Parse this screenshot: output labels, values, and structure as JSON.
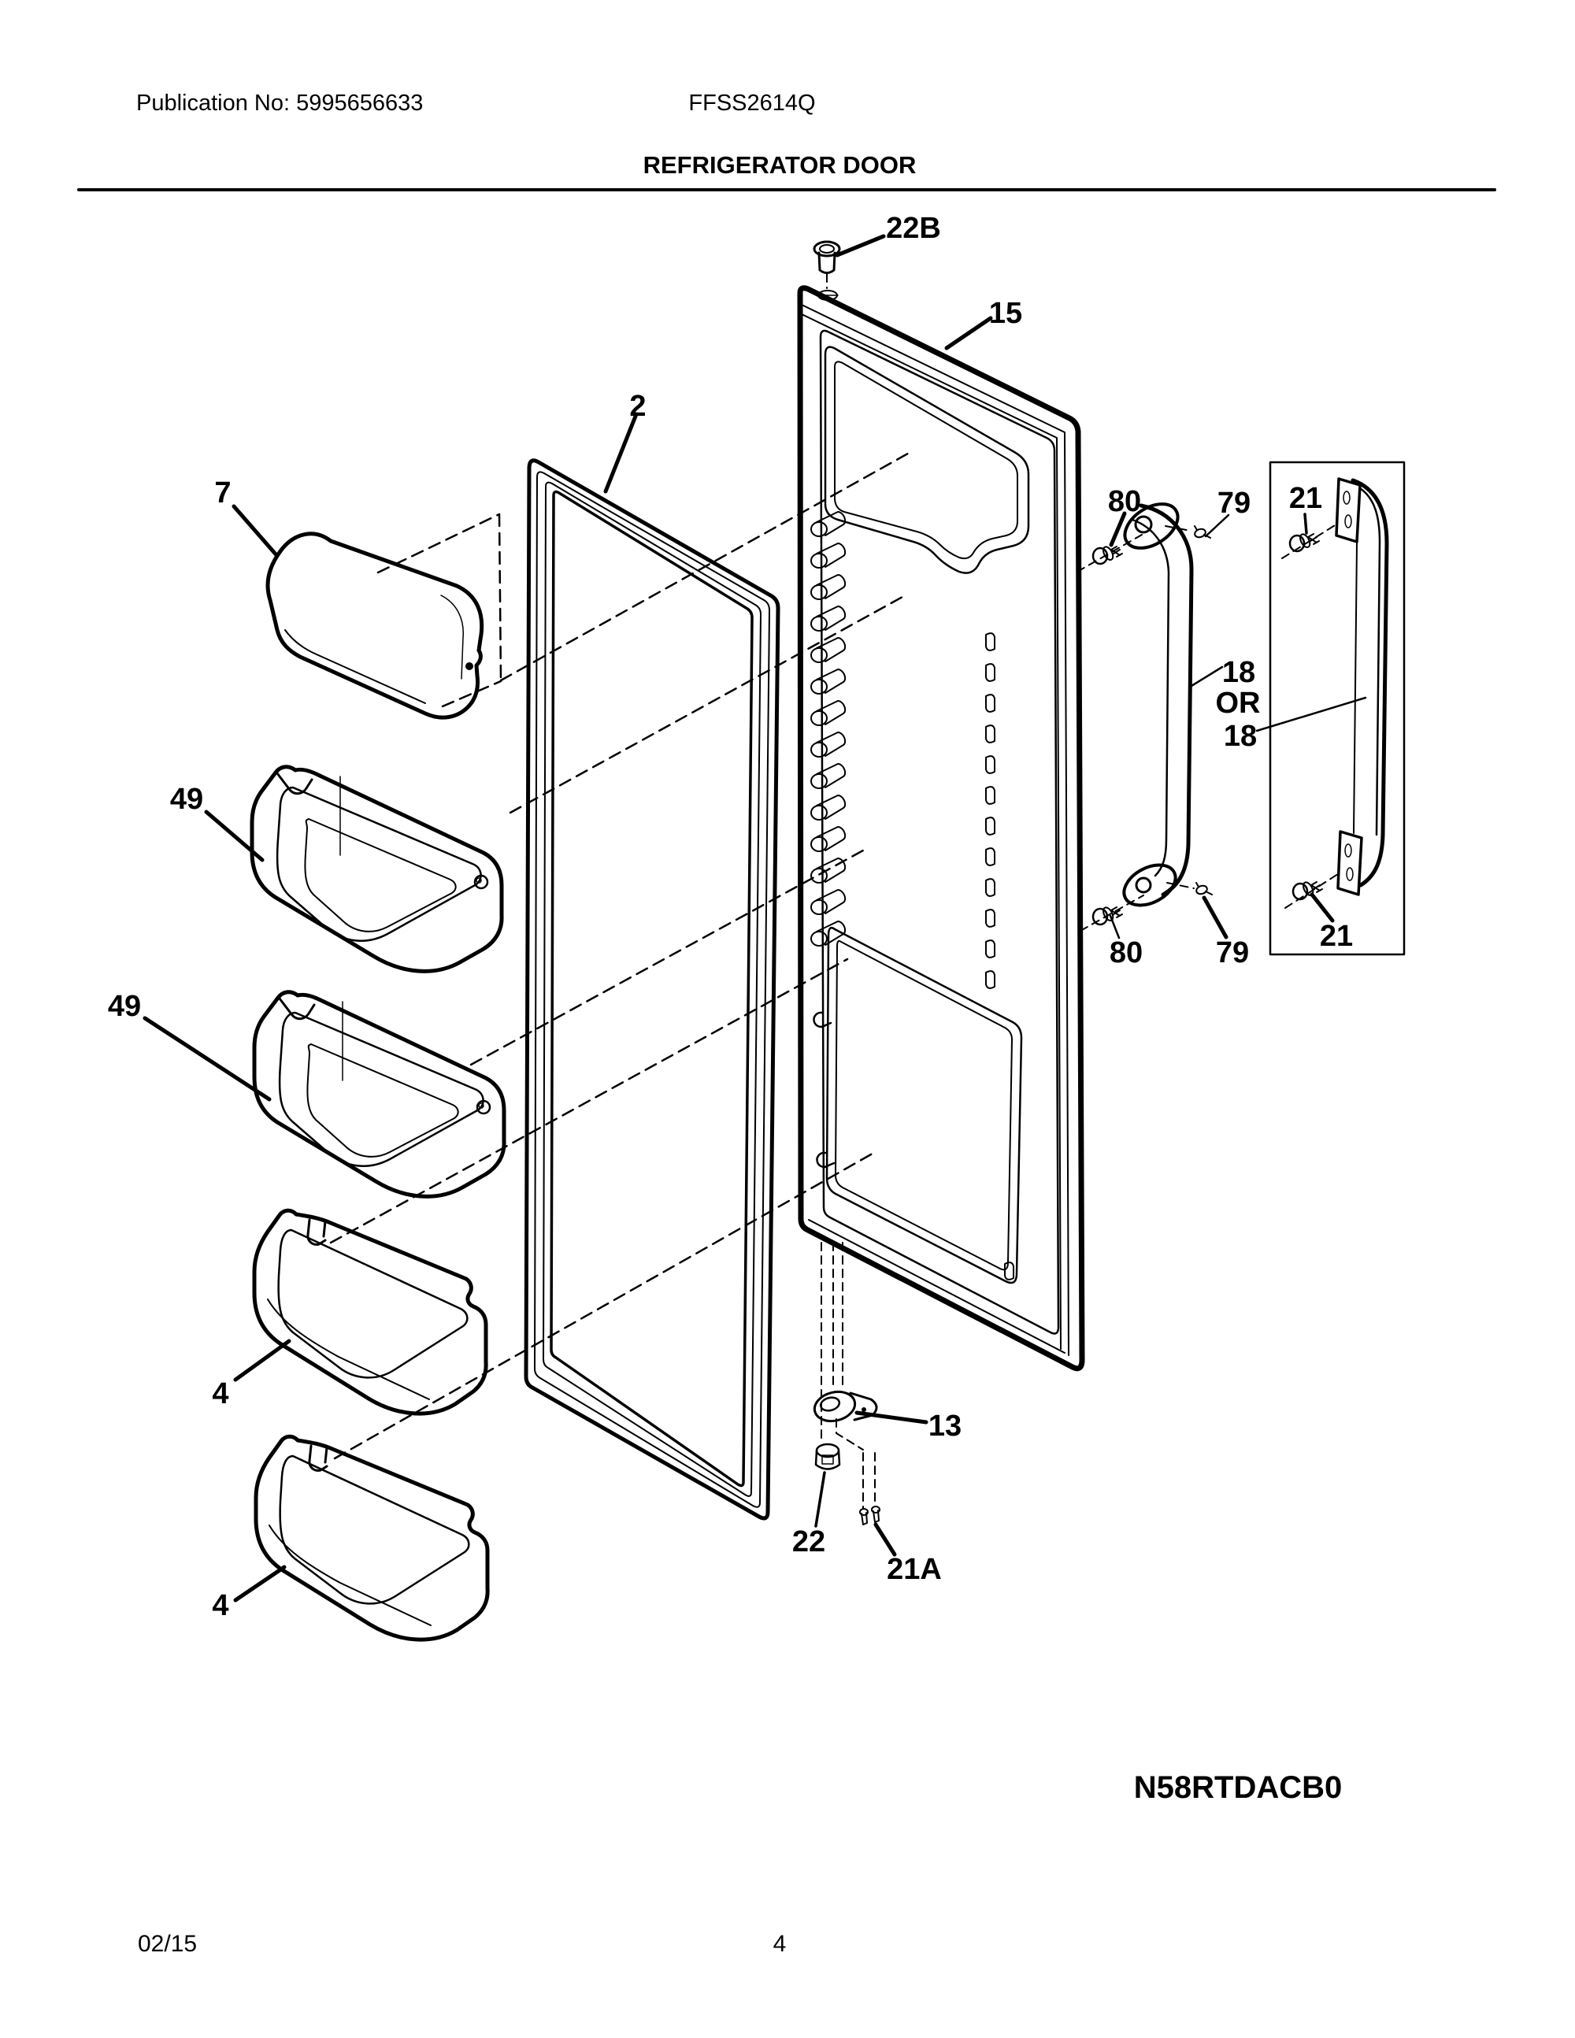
{
  "header": {
    "publication_no": "Publication No: 5995656633",
    "model": "FFSS2614Q",
    "section_title": "REFRIGERATOR DOOR"
  },
  "diagram": {
    "drawing_code": "N58RTDACB0",
    "callouts": {
      "top_hinge_pin": "22B",
      "door_panel": "15",
      "door_gasket": "2",
      "dairy_door": "7",
      "door_bin_upper": "49",
      "door_bin_lower": "49",
      "handle_screw_upper": "80",
      "handle_clip_upper": "79",
      "alt_handle_screw_upper": "21",
      "handle": "18",
      "or_connector": "OR",
      "alt_handle": "18",
      "handle_screw_lower": "80",
      "handle_clip_lower": "79",
      "alt_handle_screw_lower": "21",
      "door_tray_upper": "4",
      "hinge_bracket": "13",
      "hinge_bushing": "22",
      "hinge_screws": "21A",
      "door_tray_lower": "4"
    }
  },
  "footer": {
    "date_code": "02/15",
    "page_number": "4"
  }
}
